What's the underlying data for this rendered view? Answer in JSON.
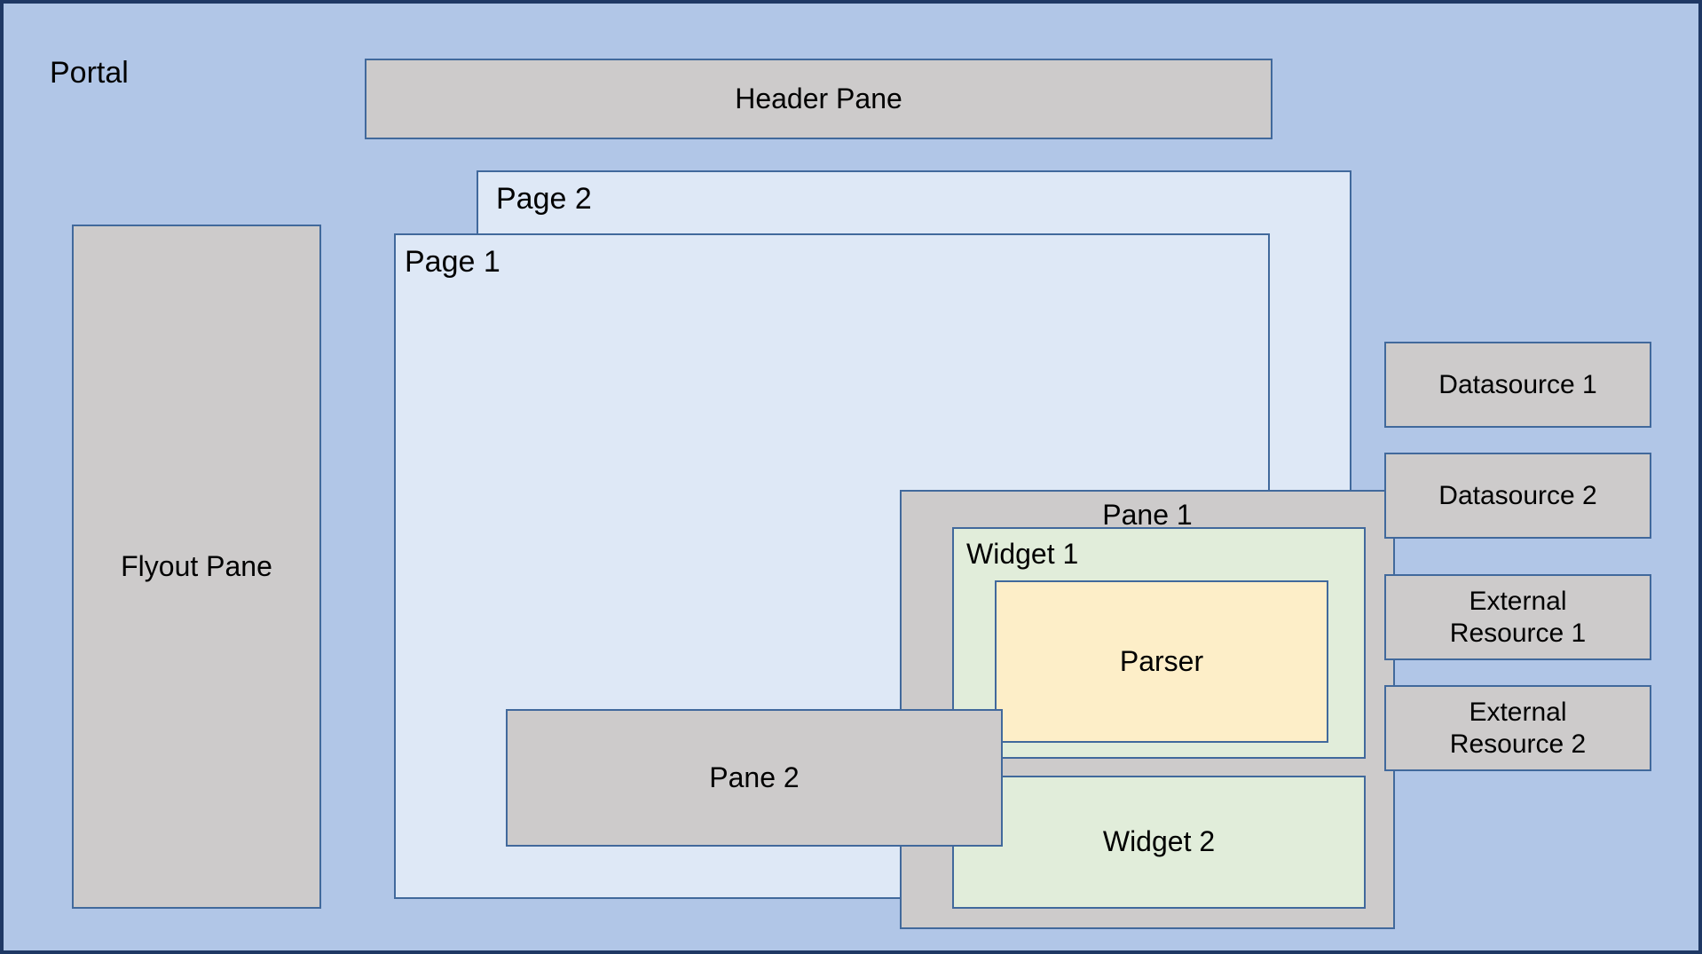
{
  "diagram": {
    "title": "Portal",
    "type": "nested-architecture-diagram",
    "colors": {
      "portal_background": "#b1c6e7",
      "portal_border": "#1f3864",
      "page_background": "#dee8f6",
      "pane_background": "#cdcbcb",
      "widget_background": "#e1edda",
      "parser_background": "#fdeec8",
      "box_border": "#41699c",
      "text": "#000000"
    }
  },
  "portal": {
    "label": "Portal"
  },
  "header_pane": {
    "label": "Header Pane"
  },
  "flyout_pane": {
    "label": "Flyout Pane"
  },
  "pages": {
    "page_2": {
      "label": "Page 2"
    },
    "page_1": {
      "label": "Page 1",
      "panes": {
        "pane_1": {
          "label": "Pane 1",
          "widgets": {
            "widget_1": {
              "label": "Widget 1",
              "children": {
                "parser": {
                  "label": "Parser"
                }
              }
            },
            "widget_2": {
              "label": "Widget 2"
            }
          }
        },
        "pane_2": {
          "label": "Pane 2"
        }
      }
    }
  },
  "resources": {
    "datasources": [
      {
        "label": "Datasource 1"
      },
      {
        "label": "Datasource 2"
      }
    ],
    "external_resources": [
      {
        "line1": "External",
        "line2": "Resource 1"
      },
      {
        "line1": "External",
        "line2": "Resource 2"
      }
    ]
  }
}
